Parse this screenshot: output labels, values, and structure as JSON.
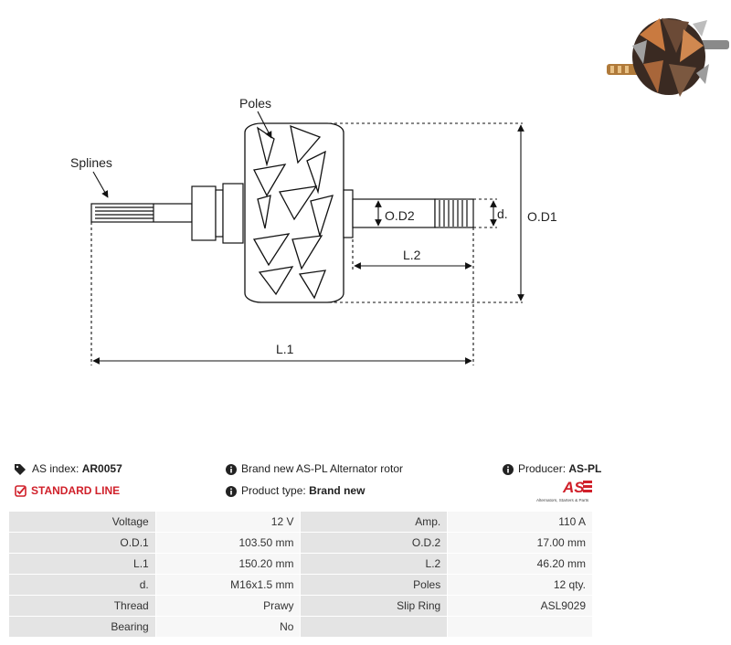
{
  "diagram": {
    "labels": {
      "poles": "Poles",
      "splines": "Splines",
      "od1": "O.D1",
      "od2": "O.D2",
      "d": "d.",
      "l1": "L.1",
      "l2": "L.2"
    }
  },
  "info": {
    "as_index_label": "AS index:",
    "as_index_value": "AR0057",
    "standard_line": "STANDARD LINE",
    "description": "Brand new AS-PL Alternator rotor",
    "product_type_label": "Product type:",
    "product_type_value": "Brand new",
    "producer_label": "Producer:",
    "producer_value": "AS-PL"
  },
  "logo": {
    "mark": "AS",
    "tagline": "Alternators, Starters & Parts",
    "color": "#d0202a"
  },
  "specs": [
    [
      "Voltage",
      "12 V",
      "Amp.",
      "110 A"
    ],
    [
      "O.D.1",
      "103.50 mm",
      "O.D.2",
      "17.00 mm"
    ],
    [
      "L.1",
      "150.20 mm",
      "L.2",
      "46.20 mm"
    ],
    [
      "d.",
      "M16x1.5 mm",
      "Poles",
      "12 qty."
    ],
    [
      "Thread",
      "Prawy",
      "Slip Ring",
      "ASL9029"
    ],
    [
      "Bearing",
      "No",
      "",
      ""
    ]
  ]
}
